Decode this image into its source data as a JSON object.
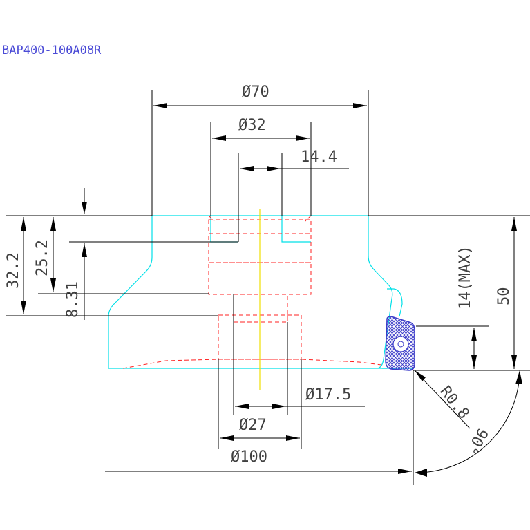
{
  "title": "BAP400-100A08R",
  "dimensions": {
    "d70": "Ø70",
    "d32": "Ø32",
    "d14_4": "14.4",
    "d32_2": "32.2",
    "d25_2": "25.2",
    "d8_31": "8.31",
    "d14max": "14(MAX)",
    "d50": "50",
    "r08": "R0.8",
    "deg90": "90°",
    "d17_5": "Ø17.5",
    "d27": "Ø27",
    "d100": "Ø100"
  },
  "colors": {
    "outline": "#00e0e8",
    "hidden": "#ff2020",
    "centerline": "#f0e000",
    "insert": "#3b3bc8",
    "title": "#4b4bd6"
  }
}
